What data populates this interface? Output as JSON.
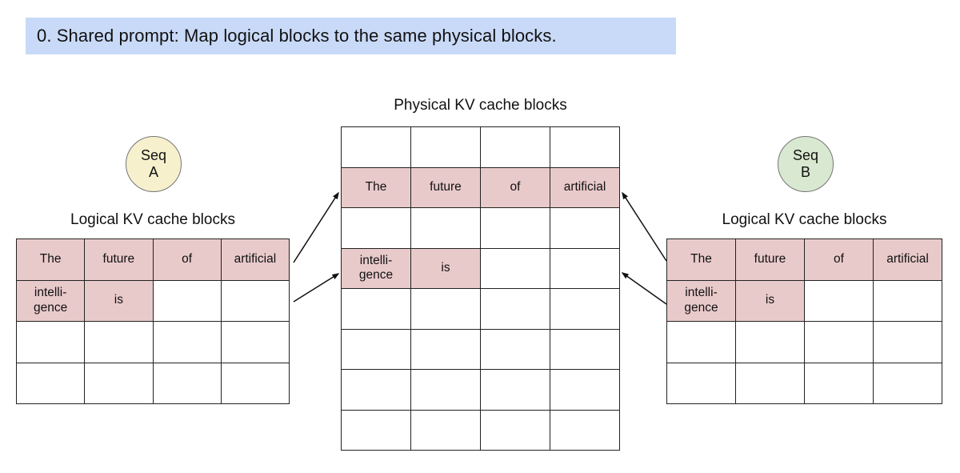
{
  "banner": {
    "text": "0. Shared prompt: Map logical blocks to the same physical blocks."
  },
  "colors": {
    "banner_bg": "#c9daf8",
    "filled_cell": "#e9caca",
    "seq_a_fill": "#f7f0cd",
    "seq_b_fill": "#d9e8d0",
    "border": "#222222"
  },
  "physical": {
    "title": "Physical KV cache blocks",
    "rows": 8,
    "cols": 4,
    "cells": [
      [
        "",
        "",
        "",
        ""
      ],
      [
        "The",
        "future",
        "of",
        "artificial"
      ],
      [
        "",
        "",
        "",
        ""
      ],
      [
        "intelli-\ngence",
        "is",
        "",
        ""
      ],
      [
        "",
        "",
        "",
        ""
      ],
      [
        "",
        "",
        "",
        ""
      ],
      [
        "",
        "",
        "",
        ""
      ],
      [
        "",
        "",
        "",
        ""
      ]
    ]
  },
  "seq_a": {
    "badge": "Seq\nA",
    "title": "Logical KV cache blocks",
    "cells": [
      [
        "The",
        "future",
        "of",
        "artificial"
      ],
      [
        "intelli-\ngence",
        "is",
        "",
        ""
      ],
      [
        "",
        "",
        "",
        ""
      ],
      [
        "",
        "",
        "",
        ""
      ]
    ]
  },
  "seq_b": {
    "badge": "Seq\nB",
    "title": "Logical KV cache blocks",
    "cells": [
      [
        "The",
        "future",
        "of",
        "artificial"
      ],
      [
        "intelli-\ngence",
        "is",
        "",
        ""
      ],
      [
        "",
        "",
        "",
        ""
      ],
      [
        "",
        "",
        "",
        ""
      ]
    ]
  },
  "mappings": [
    {
      "from": "seq-a-block-1",
      "to": "physical-row-2"
    },
    {
      "from": "seq-a-block-2",
      "to": "physical-row-4"
    },
    {
      "from": "seq-b-block-1",
      "to": "physical-row-2"
    },
    {
      "from": "seq-b-block-2",
      "to": "physical-row-4"
    }
  ]
}
